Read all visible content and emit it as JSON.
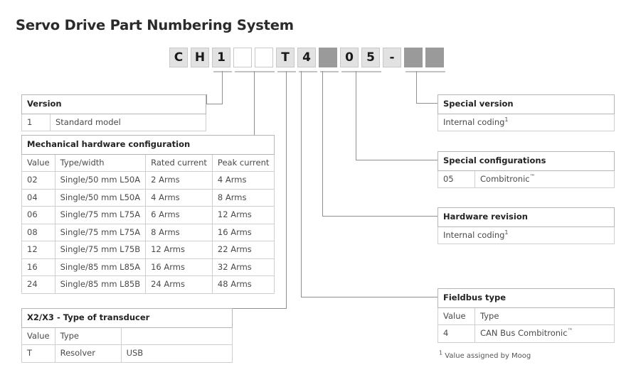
{
  "page_title": "Servo Drive Part Numbering System",
  "code_row": {
    "boxes": [
      {
        "char": "C",
        "style": "filled"
      },
      {
        "char": "H",
        "style": "filled"
      },
      {
        "char": "1",
        "style": "filled"
      },
      {
        "char": "",
        "style": "empty"
      },
      {
        "char": "",
        "style": "empty"
      },
      {
        "char": "T",
        "style": "filled"
      },
      {
        "char": "4",
        "style": "filled"
      },
      {
        "char": "",
        "style": "dark"
      },
      {
        "char": "0",
        "style": "filled"
      },
      {
        "char": "5",
        "style": "filled"
      },
      {
        "char": "-",
        "style": "dash"
      },
      {
        "char": "",
        "style": "dark"
      },
      {
        "char": "",
        "style": "dark"
      }
    ]
  },
  "tables": {
    "version": {
      "title": "Version",
      "rows": [
        {
          "value": "1",
          "desc": "Standard model"
        }
      ]
    },
    "mechanical": {
      "title": "Mechanical hardware configuration",
      "headers": [
        "Value",
        "Type/width",
        "Rated current",
        "Peak current"
      ],
      "rows": [
        [
          "02",
          "Single/50 mm L50A",
          "2 Arms",
          "4 Arms"
        ],
        [
          "04",
          "Single/50 mm L50A",
          "4 Arms",
          "8 Arms"
        ],
        [
          "06",
          "Single/75 mm L75A",
          "6 Arms",
          "12 Arms"
        ],
        [
          "08",
          "Single/75 mm L75A",
          "8 Arms",
          "16 Arms"
        ],
        [
          "12",
          "Single/75 mm L75B",
          "12 Arms",
          "22 Arms"
        ],
        [
          "16",
          "Single/85 mm L85A",
          "16 Arms",
          "32 Arms"
        ],
        [
          "24",
          "Single/85 mm L85B",
          "24 Arms",
          "48 Arms"
        ]
      ]
    },
    "transducer": {
      "title": "X2/X3 - Type of transducer",
      "headers": [
        "Value",
        "Type",
        ""
      ],
      "rows": [
        [
          "T",
          "Resolver",
          "USB"
        ]
      ]
    },
    "special_version": {
      "title": "Special version",
      "rows": [
        {
          "desc": "Internal coding",
          "footnote": "1"
        }
      ]
    },
    "special_configurations": {
      "title": "Special configurations",
      "rows": [
        {
          "value": "05",
          "desc": "Combitronic",
          "tm": "™"
        }
      ]
    },
    "hardware_revision": {
      "title": "Hardware revision",
      "rows": [
        {
          "desc": "Internal coding",
          "footnote": "1"
        }
      ]
    },
    "fieldbus": {
      "title": "Fieldbus type",
      "headers": [
        "Value",
        "Type"
      ],
      "rows": [
        {
          "value": "4",
          "desc": "CAN Bus Combitronic",
          "tm": "™"
        }
      ]
    }
  },
  "footnote": {
    "marker": "1",
    "text": "Value assigned by Moog"
  }
}
